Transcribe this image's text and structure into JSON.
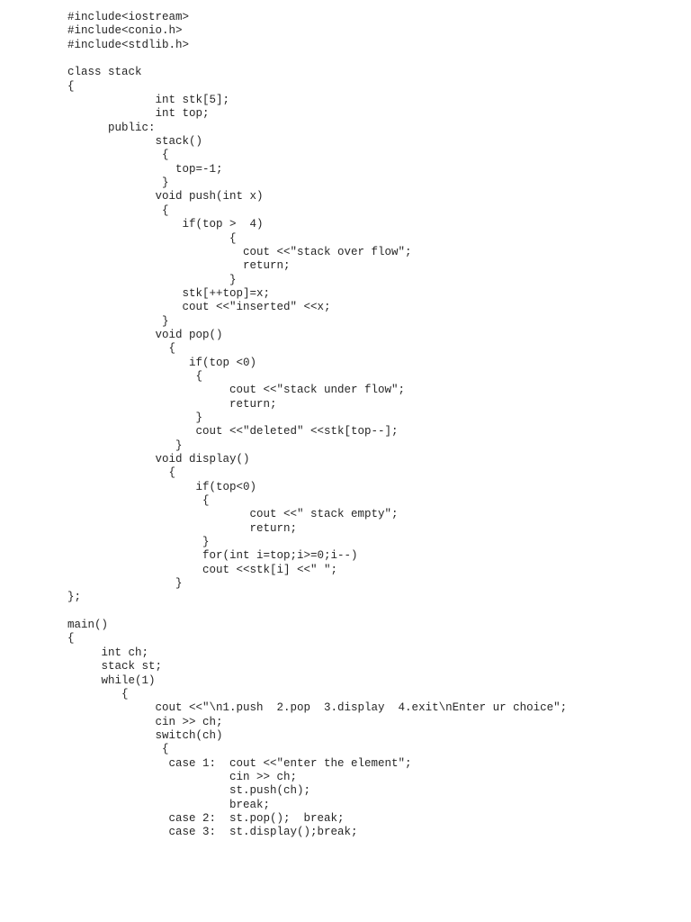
{
  "document": {
    "lines": [
      "#include<iostream>",
      "#include<conio.h>",
      "#include<stdlib.h>",
      "",
      "class stack",
      "{",
      "             int stk[5];",
      "             int top;",
      "      public:",
      "             stack()",
      "              {",
      "                top=-1;",
      "              }",
      "             void push(int x)",
      "              {",
      "                 if(top >  4)",
      "                        {",
      "                          cout <<\"stack over flow\";",
      "                          return;",
      "                        }",
      "                 stk[++top]=x;",
      "                 cout <<\"inserted\" <<x;",
      "              }",
      "             void pop()",
      "               {",
      "                  if(top <0)",
      "                   {",
      "                        cout <<\"stack under flow\";",
      "                        return;",
      "                   }",
      "                   cout <<\"deleted\" <<stk[top--];",
      "                }",
      "             void display()",
      "               {",
      "                   if(top<0)",
      "                    {",
      "                           cout <<\" stack empty\";",
      "                           return;",
      "                    }",
      "                    for(int i=top;i>=0;i--)",
      "                    cout <<stk[i] <<\" \";",
      "                }",
      "};",
      "",
      "main()",
      "{",
      "     int ch;",
      "     stack st;",
      "     while(1)",
      "        {",
      "             cout <<\"\\n1.push  2.pop  3.display  4.exit\\nEnter ur choice\";",
      "             cin >> ch;",
      "             switch(ch)",
      "              {",
      "               case 1:  cout <<\"enter the element\";",
      "                        cin >> ch;",
      "                        st.push(ch);",
      "                        break;",
      "               case 2:  st.pop();  break;",
      "               case 3:  st.display();break;"
    ]
  }
}
